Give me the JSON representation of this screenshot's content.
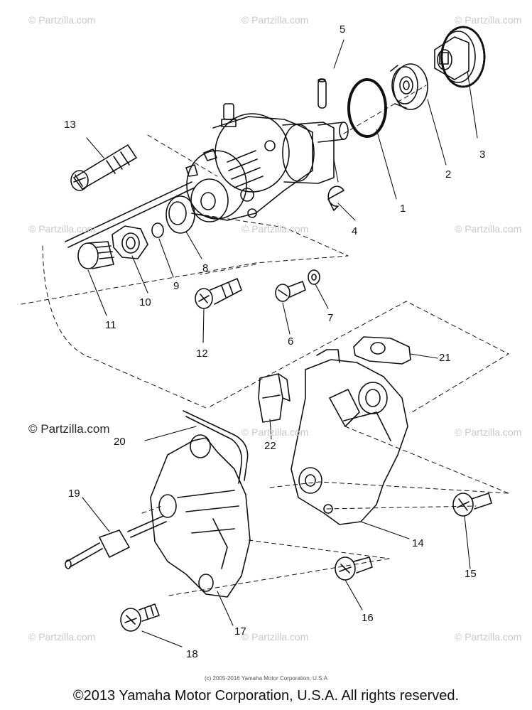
{
  "watermark": {
    "text": "© Partzilla.com",
    "text_dark": "© Partzilla.com"
  },
  "parts": {
    "p1": "1",
    "p2": "2",
    "p3": "3",
    "p4": "4",
    "p5": "5",
    "p6": "6",
    "p7": "7",
    "p8": "8",
    "p9": "9",
    "p10": "10",
    "p11": "11",
    "p12": "12",
    "p13": "13",
    "p14": "14",
    "p15": "15",
    "p16": "16",
    "p17": "17",
    "p18": "18",
    "p19": "19",
    "p20": "20",
    "p21": "21",
    "p22": "22"
  },
  "copyright_small": "(c) 2005-2016 Yamaha Motor Corporation, U.S.A",
  "footer": "©2013 Yamaha Motor Corporation, U.S.A. All rights reserved."
}
